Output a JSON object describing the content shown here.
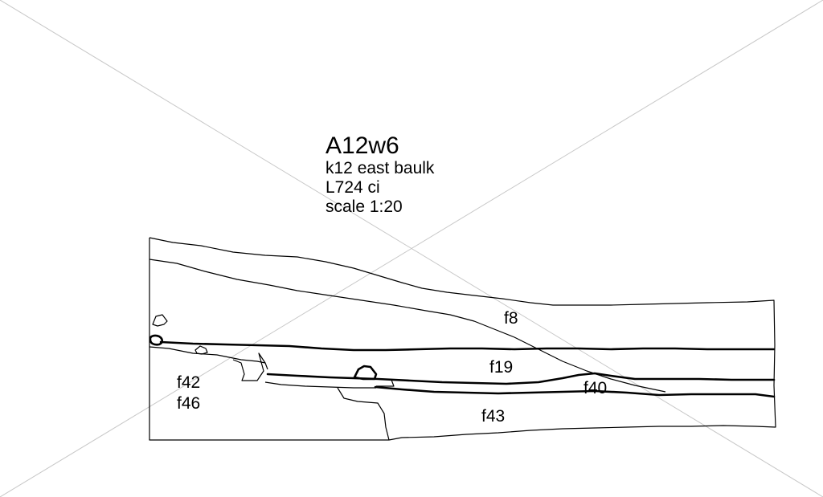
{
  "title_block": {
    "sheet_id": "A12w6",
    "location": "k12 east baulk",
    "locus": "L724 ci",
    "scale": "scale 1:20"
  },
  "features": [
    {
      "id": "f8",
      "label": "f8"
    },
    {
      "id": "f19",
      "label": "f19"
    },
    {
      "id": "f40",
      "label": "f40"
    },
    {
      "id": "f42",
      "label": "f42"
    },
    {
      "id": "f46",
      "label": "f46"
    },
    {
      "id": "f43",
      "label": "f43"
    }
  ],
  "colors": {
    "ink": "#000000",
    "watermark": "#c8c8c8",
    "paper": "#ffffff"
  }
}
